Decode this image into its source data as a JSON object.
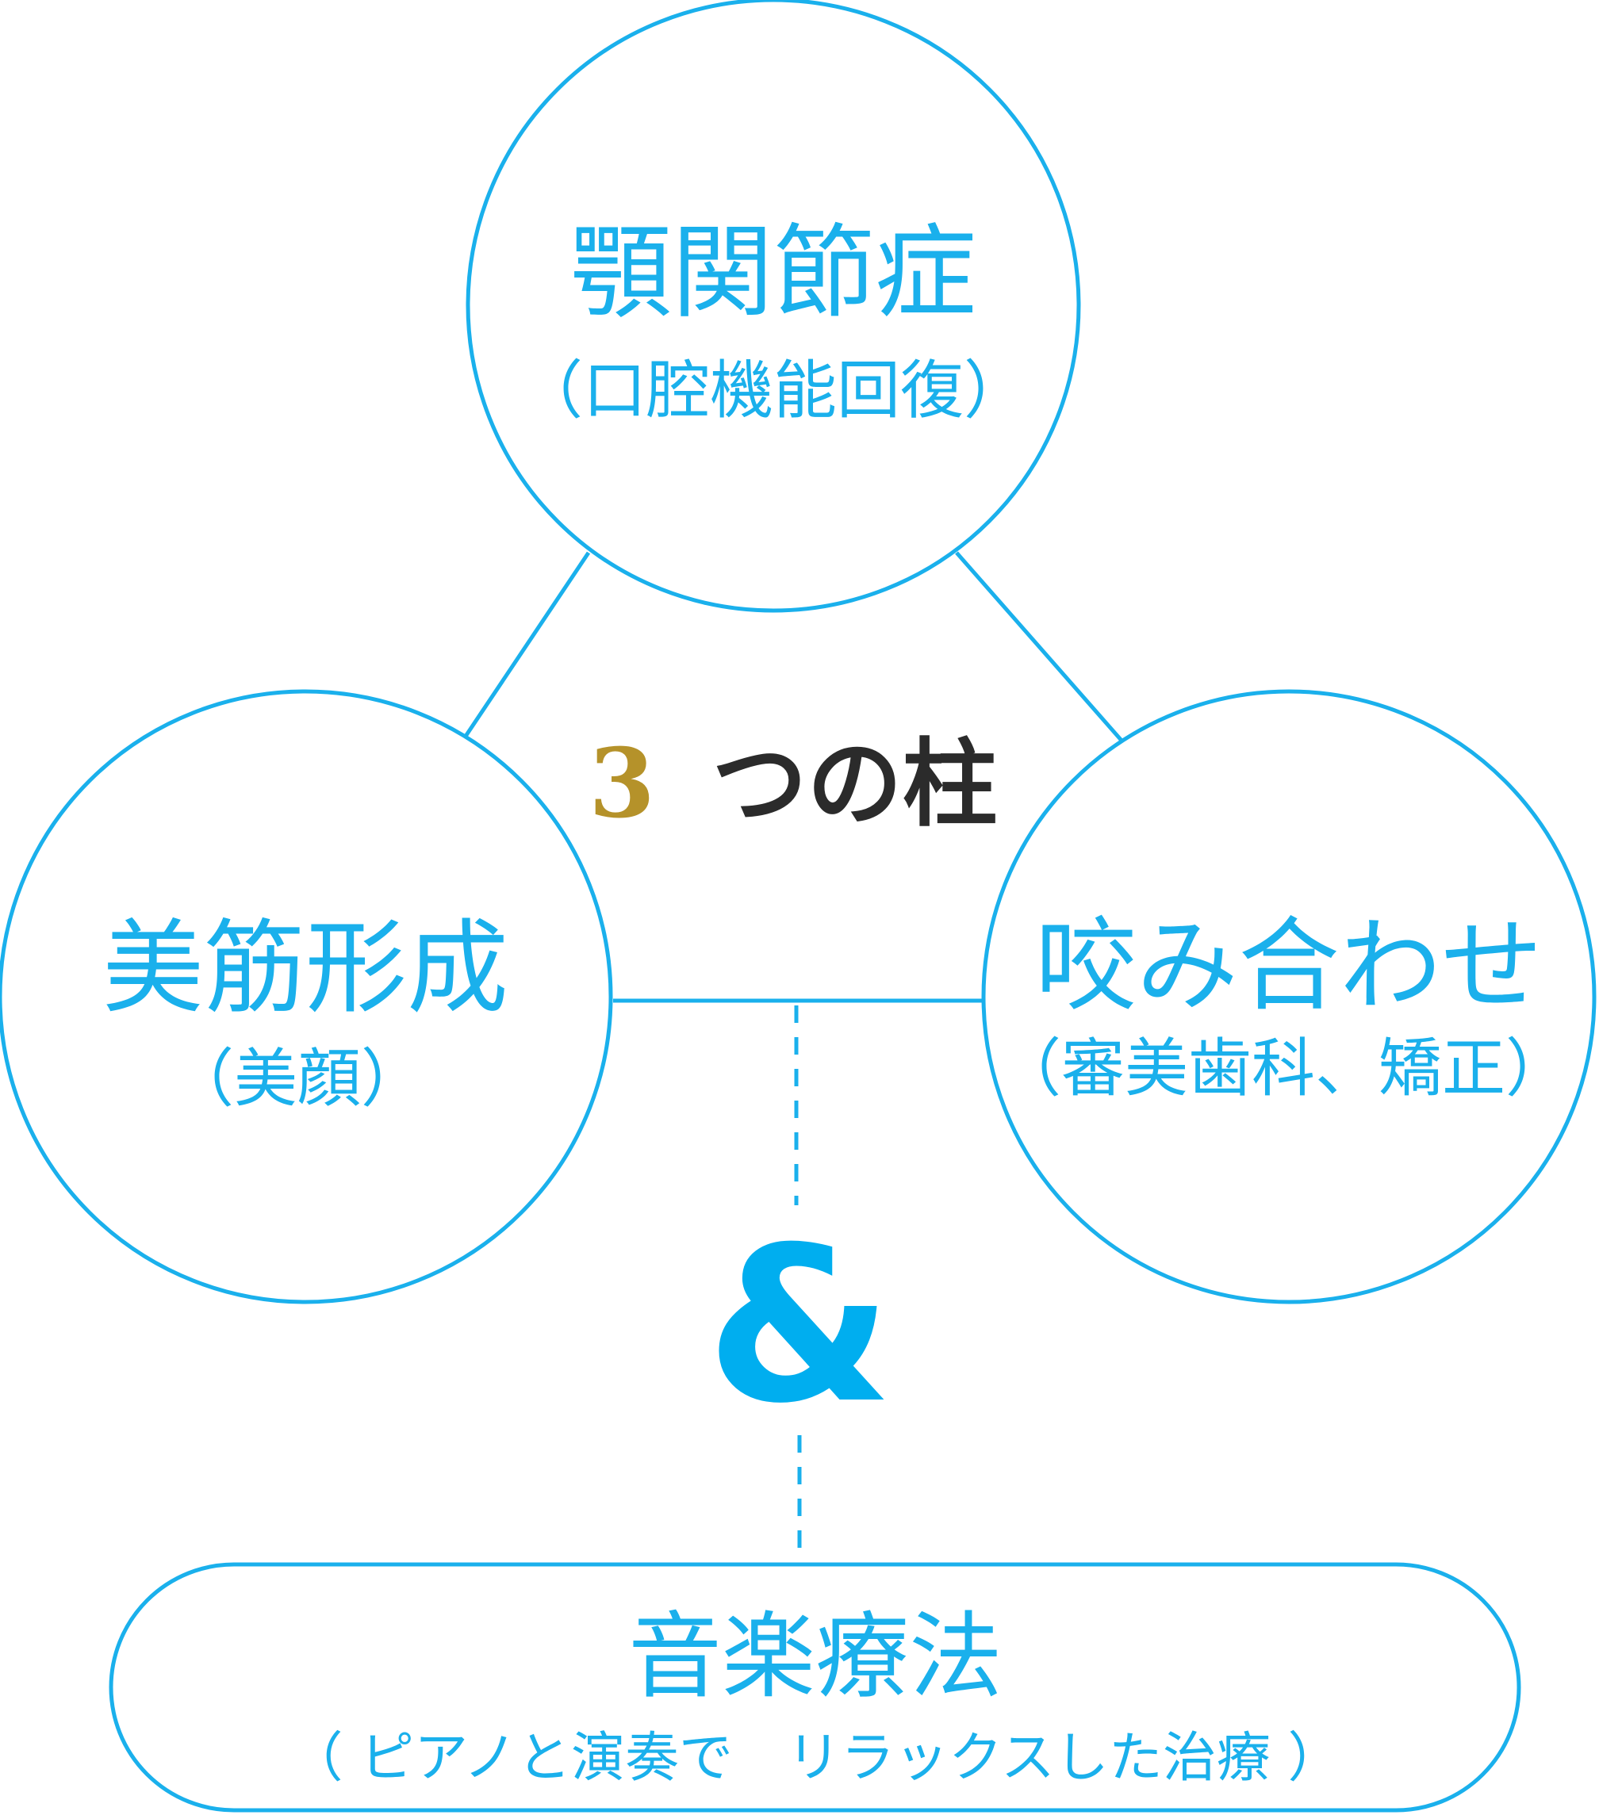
{
  "nodes": {
    "top": {
      "title": "顎関節症",
      "subtitle": "（口腔機能回復）"
    },
    "left": {
      "title": "美筋形成",
      "subtitle": "（美顔）"
    },
    "right": {
      "title": "咬み合わせ",
      "subtitle": "（審美歯科、矯正）"
    },
    "bottom": {
      "title": "音楽療法",
      "subtitle": "（ ピアノと演奏で　リラックスした治療 ）"
    }
  },
  "center": {
    "number": "3",
    "text": "つの柱"
  },
  "connector_symbol": "&",
  "colors": {
    "accent": "#1ab0ec",
    "ampersand": "#00aeef",
    "gold": "#b5922a",
    "dark_text": "#2b2b2b"
  }
}
